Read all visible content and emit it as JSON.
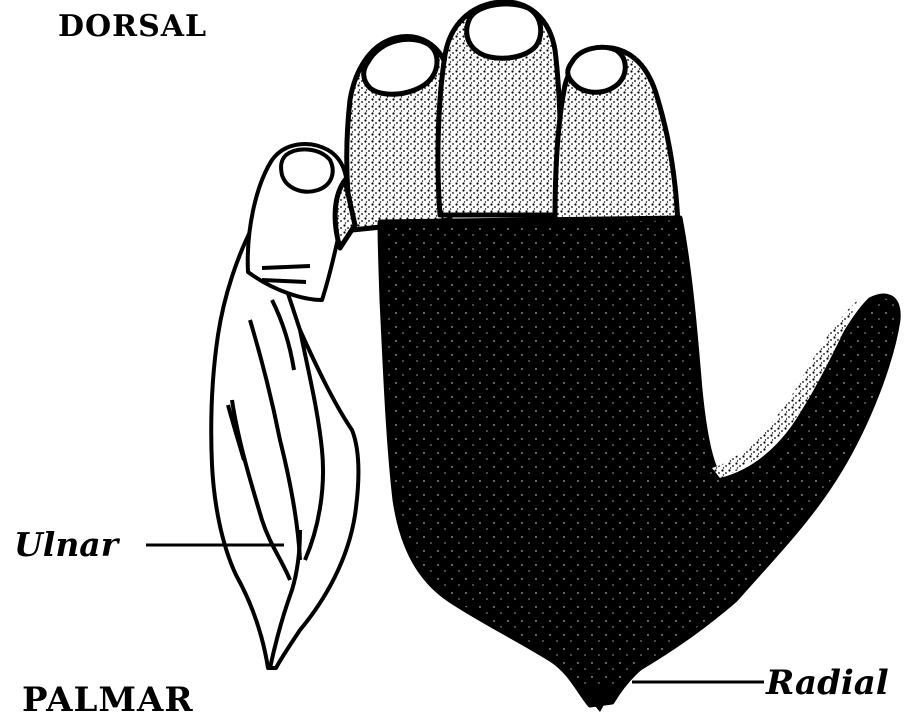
{
  "labels": {
    "dorsal": "DORSAL",
    "palmar": "PALMAR",
    "ulnar": "Ulnar",
    "radial": "Radial"
  },
  "colors": {
    "ink": "#000000",
    "paper": "#ffffff",
    "stipple": "#8a8a8a"
  }
}
